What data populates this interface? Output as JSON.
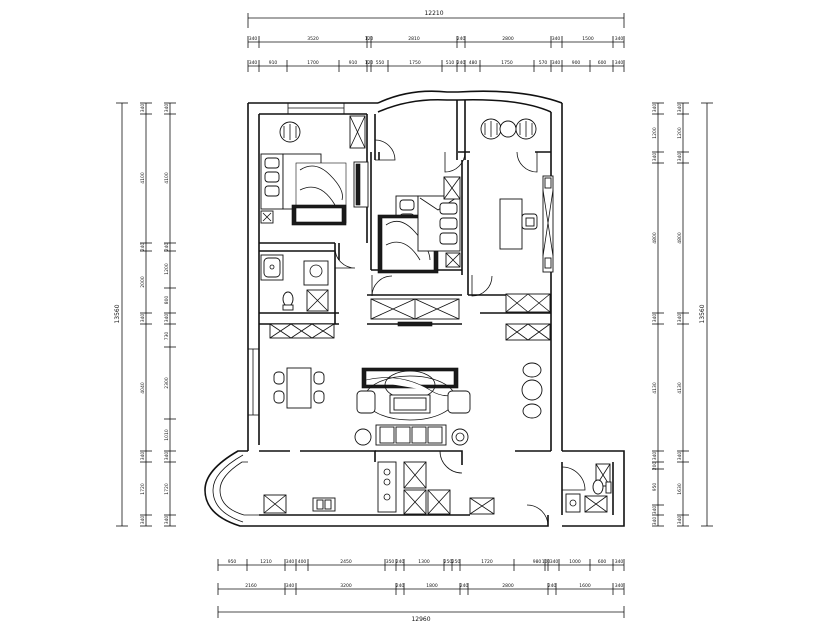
{
  "top_dims": {
    "total": "12210",
    "row1": [
      "340",
      "3520",
      "120",
      "2810",
      "240",
      "2800",
      "340",
      "1500",
      "340"
    ],
    "row2": [
      "340",
      "910",
      "1700",
      "910",
      "120",
      "550",
      "1750",
      "510",
      "240",
      "480",
      "1750",
      "570",
      "340",
      "900",
      "600",
      "340"
    ]
  },
  "bottom_dims": {
    "total": "12960",
    "row1": [
      "950",
      "1210",
      "340",
      "400",
      "2450",
      "350",
      "240",
      "1300",
      "250",
      "250",
      "1720",
      "980",
      "100",
      "340",
      "1000",
      "600",
      "340"
    ],
    "row2": [
      "2160",
      "340",
      "3200",
      "240",
      "1800",
      "240",
      "2800",
      "240",
      "1600",
      "340"
    ]
  },
  "left_dims": {
    "total": "13560",
    "outer": [
      "340",
      "4100",
      "240",
      "2000",
      "340",
      "4040",
      "340",
      "1720",
      "340"
    ],
    "inner": [
      "340",
      "4100",
      "240",
      "1200",
      "800",
      "340",
      "730",
      "2300",
      "1010",
      "340",
      "1720",
      "340"
    ]
  },
  "right_dims": {
    "total": "13560",
    "outer": [
      "340",
      "1200",
      "340",
      "4800",
      "340",
      "4130",
      "340",
      "1630",
      "340"
    ],
    "inner": [
      "340",
      "1200",
      "340",
      "4800",
      "340",
      "4130",
      "340",
      "200",
      "950",
      "340",
      "340"
    ]
  }
}
